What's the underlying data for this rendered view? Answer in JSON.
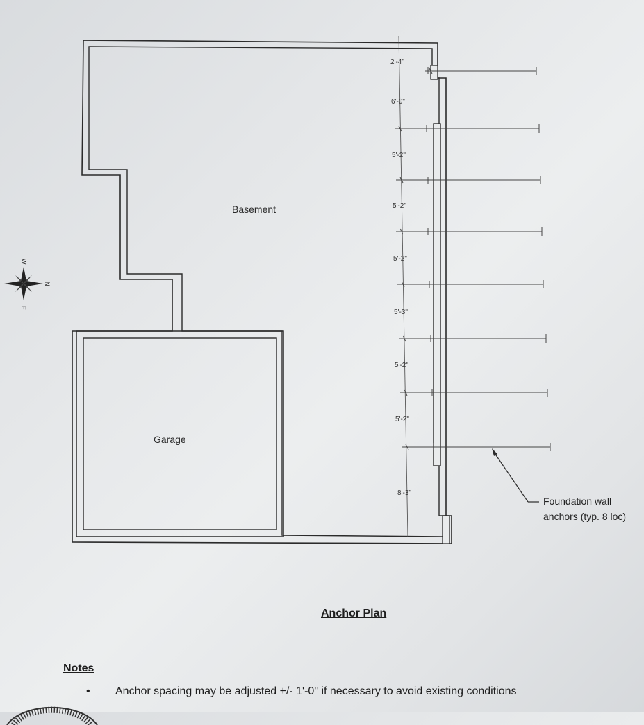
{
  "rooms": {
    "basement": "Basement",
    "garage": "Garage"
  },
  "dimensions": [
    "2'-4\"",
    "6'-0\"",
    "5'-2\"",
    "5'-2\"",
    "5'-2\"",
    "5'-3\"",
    "5'-2\"",
    "5'-2\"",
    "8'-3\""
  ],
  "callout": {
    "line1": "Foundation wall",
    "line2": "anchors (typ. 8 loc)"
  },
  "compass": {
    "top": "W",
    "right": "N",
    "bottom": "E"
  },
  "title": "Anchor Plan",
  "notes": {
    "heading": "Notes",
    "items": [
      "Anchor spacing may be adjusted +/- 1'-0\" if necessary to avoid existing conditions"
    ]
  },
  "colors": {
    "line": "#2b2b2b",
    "paper": "#e6e8ea"
  }
}
